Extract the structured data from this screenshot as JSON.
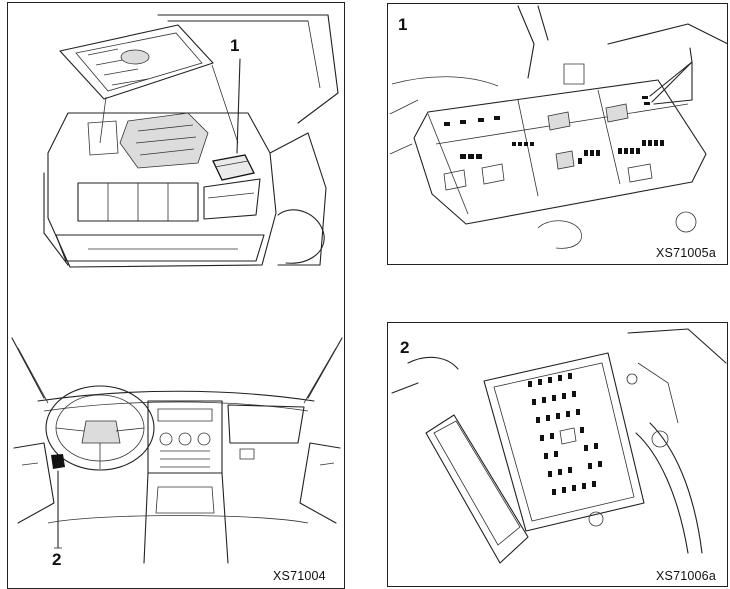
{
  "panels": {
    "left": {
      "top_callout": "1",
      "bottom_callout": "2",
      "caption": "XS71004",
      "icons": [
        "truck-engine-bay-illustration",
        "dashboard-interior-illustration"
      ]
    },
    "top_right": {
      "callout": "1",
      "caption": "XS71005a",
      "icon": "engine-fuse-box-illustration"
    },
    "bottom_right": {
      "callout": "2",
      "caption": "XS71006a",
      "icon": "interior-fuse-panel-illustration"
    }
  }
}
